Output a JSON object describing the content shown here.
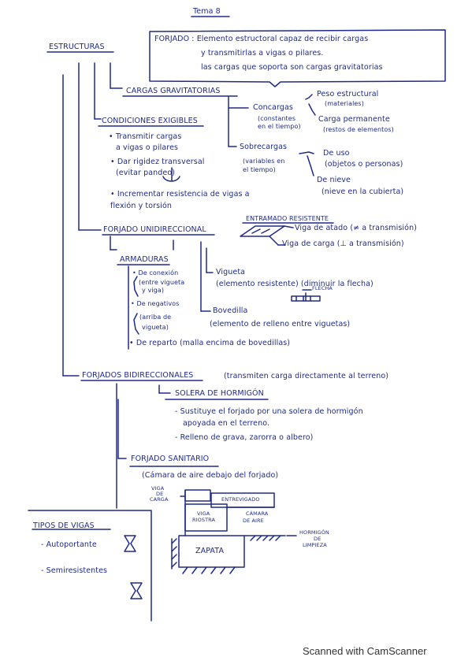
{
  "title": "Tema 8",
  "forjado_box": {
    "line1": "FORJADO : Elemento estructoral capaz de recibir cargas",
    "line2": "y transmitirlas a vigas o pilares.",
    "line3": "las cargas que soporta son cargas gravitatorias"
  },
  "root": "ESTRUCTURAS",
  "cargas": {
    "heading": "CARGAS GRAVITATORIAS",
    "concargas": "Concargas",
    "concargas_note1": "(constantes",
    "concargas_note2": "en el tiempo)",
    "peso1": "Peso estructural",
    "peso2": "(materiales)",
    "perm1": "Carga permanente",
    "perm2": "(restos de elementos)",
    "sobre": "Sobrecargas",
    "sobre_note1": "(variables en",
    "sobre_note2": "el tiempo)",
    "uso1": "De uso",
    "uso2": "(objetos o personas)",
    "nieve1": "De nieve",
    "nieve2": "(nieve en la cubierta)"
  },
  "condiciones": {
    "heading": "CONDICIONES EXIGIBLES",
    "b1_1": "• Transmitir cargas",
    "b1_2": "a vigas o pilares",
    "b2_1": "• Dar rigidez transversal",
    "b2_2": "(evitar pandeo)",
    "b3_1": "• Incrementar resistencia de vigas a",
    "b3_2": "flexión y torsión"
  },
  "unidireccional": {
    "heading": "FORJADO UNIDIRECCIONAL",
    "entramado": "ENTRAMADO RESISTENTE",
    "viga_atado": "Viga de atado (≠ a transmisión)",
    "viga_carga": "Viga de carga (⊥ a transmisión)",
    "armaduras": "ARMADURAS",
    "arm1_1": "• De conexión",
    "arm1_2": "(entre vigueta",
    "arm1_3": "y viga)",
    "arm2_1": "• De negativos",
    "arm2_2": "(arriba de",
    "arm2_3": "vigueta)",
    "arm3": "• De reparto (malla encima de bovedillas)",
    "vigueta": "Vigueta",
    "vigueta_note": "(elemento resistente) (diminuir la flecha)",
    "flecha": "FLECHA",
    "bovedilla": "Bovedilla",
    "bovedilla_note": "(elemento de relleno entre viguetas)"
  },
  "bidireccionales": {
    "heading": "FORJADOS BIDIRECCIONALES",
    "note": "(transmiten carga directamente al terreno)",
    "solera": "SOLERA DE HORMIGÓN",
    "s1": "- Sustituye el forjado por una solera de hormigón",
    "s2": "apoyada en el terreno.",
    "s3": "- Relleno de grava, zarorra o albero)",
    "sanitario": "FORJADO SANITARIO",
    "sanitario_note": "(Cámara de aire debajo del forjado)"
  },
  "diagram": {
    "viga_carga1": "VIGA",
    "viga_carga2": "DE",
    "viga_carga3": "CARGA",
    "entrevigado": "ENTREVIGADO",
    "viga_riostra1": "VIGA",
    "viga_riostra2": "RIOSTRA",
    "camara1": "CÁMARA",
    "camara2": "DE AIRE",
    "hormigon1": "HORMIGÓN",
    "hormigon2": "DE",
    "hormigon3": "LIMPIEZA",
    "zapata": "ZAPATA"
  },
  "tipos": {
    "heading": "TIPOS DE VIGAS",
    "t1": "- Autoportante",
    "t2": "- Semiresistentes"
  },
  "footer": "Scanned with CamScanner"
}
